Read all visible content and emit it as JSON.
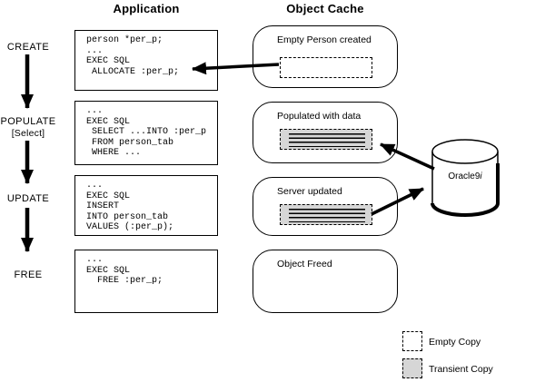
{
  "columns": {
    "application": "Application",
    "cache": "Object Cache"
  },
  "rows": [
    {
      "stage": "CREATE",
      "stage_sub": "",
      "code": [
        "person *per_p;",
        "...",
        "EXEC SQL",
        " ALLOCATE :per_p;"
      ],
      "cache_label": "Empty Person created",
      "copy": "empty"
    },
    {
      "stage": "POPULATE",
      "stage_sub": "[Select]",
      "code": [
        "...",
        "EXEC SQL",
        " SELECT ...INTO :per_p",
        " FROM person_tab",
        " WHERE ..."
      ],
      "cache_label": "Populated with data",
      "copy": "transient"
    },
    {
      "stage": "UPDATE",
      "stage_sub": "",
      "code": [
        "...",
        "EXEC SQL",
        "INSERT",
        "INTO person_tab",
        "VALUES (:per_p);"
      ],
      "cache_label": "Server updated",
      "copy": "transient"
    },
    {
      "stage": "FREE",
      "stage_sub": "",
      "code": [
        "...",
        "EXEC SQL",
        "  FREE :per_p;"
      ],
      "cache_label": "Object Freed",
      "copy": "none"
    }
  ],
  "database": {
    "label": "Oracle9",
    "label_suffix": "i"
  },
  "legend": [
    {
      "label": "Empty Copy",
      "swatch": "empty"
    },
    {
      "label": "Transient Copy",
      "swatch": "transient"
    }
  ],
  "colors": {
    "background": "#ffffff",
    "stroke": "#000000",
    "transient_fill": "#d6d6d6"
  }
}
